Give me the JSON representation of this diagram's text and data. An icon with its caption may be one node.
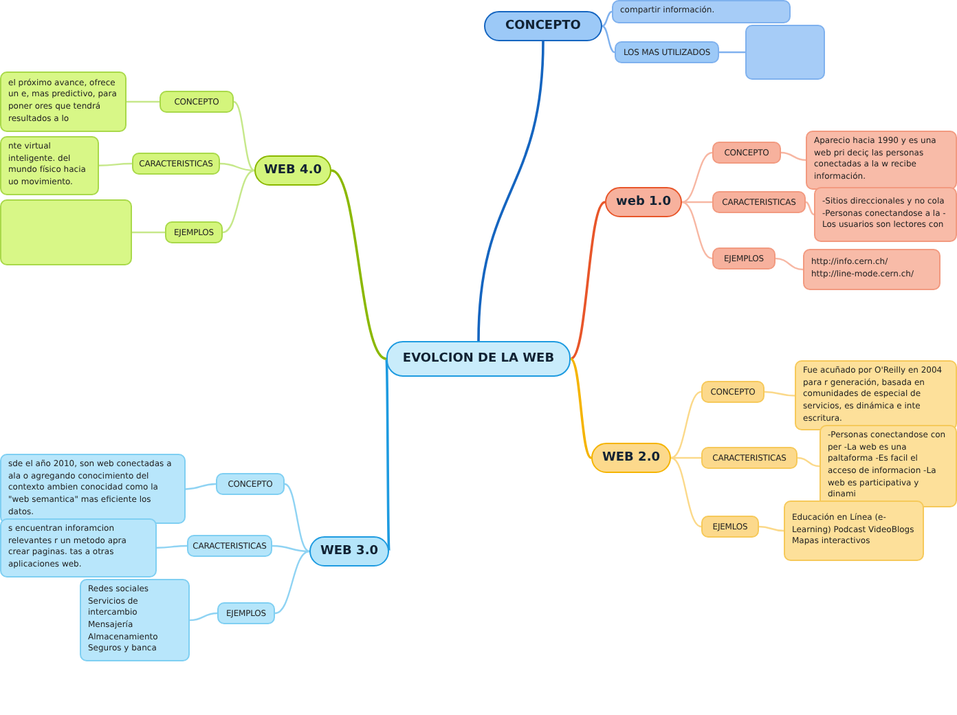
{
  "diagram": {
    "nodes": [
      {
        "text": [
          "EVOLCION DE LA WEB"
        ]
      },
      {
        "text": [
          "CONCEPTO"
        ]
      },
      {
        "text": [
          "compartir información."
        ]
      },
      {
        "text": [
          "LOS MAS UTILIZADOS"
        ]
      },
      {
        "text": [],
        "shape": "box"
      },
      {
        "text": [
          "web 1.0"
        ]
      },
      {
        "text": [
          "CONCEPTO"
        ]
      },
      {
        "text": [
          "Aparecio hacia 1990 y es una web pri deciç las personas conectadas a la w recibe información."
        ]
      },
      {
        "text": [
          "CARACTERISTICAS"
        ]
      },
      {
        "text": [
          "-Sitios direccionales y no cola -Personas conectandose a la -Los usuarios son lectores con"
        ]
      },
      {
        "text": [
          "EJEMPLOS"
        ]
      },
      {
        "text": [
          "http://info.cern.ch/ http://line-mode.cern.ch/"
        ]
      },
      {
        "text": [
          "WEB 2.0"
        ]
      },
      {
        "text": [
          "CONCEPTO"
        ]
      },
      {
        "text": [
          "Fue acuñado por O'Reilly en 2004 para r generación, basada en comunidades de especial de servicios, es dinámica e inte escritura."
        ]
      },
      {
        "text": [
          "CARACTERISTICAS"
        ]
      },
      {
        "text": [
          "-Personas conectandose con per -La web es una paltaforma -Es facil el acceso de informacion -La web es participativa y dinami"
        ]
      },
      {
        "text": [
          "EJEMLOS"
        ]
      },
      {
        "text": [
          "Educación en Línea (e-Learning) Podcast VideoBlogs Mapas interactivos"
        ]
      },
      {
        "text": [
          "WEB 4.0"
        ]
      },
      {
        "text": [
          "CONCEPTO"
        ]
      },
      {
        "text": [
          "el próximo avance, ofrece un e, mas predictivo, para poner ores que tendrá resultados a lo"
        ]
      },
      {
        "text": [
          "CARACTERISTICAS"
        ]
      },
      {
        "text": [
          "nte virtual inteligente. del mundo físico hacia uo movimiento."
        ]
      },
      {
        "text": [
          "EJEMPLOS"
        ]
      },
      {
        "text": [],
        "shape": "box"
      },
      {
        "text": [
          "WEB 3.0"
        ]
      },
      {
        "text": [
          "CONCEPTO"
        ]
      },
      {
        "text": [
          "sde el año 2010, son web conectadas a ala o agregando conocimiento del contexto ambien conocidad como la \"web semantica\" mas eficiente los datos."
        ]
      },
      {
        "text": [
          "CARACTERISTICAS"
        ]
      },
      {
        "text": [
          "s encuentran inforamcion relevantes r un metodo apra crear paginas. tas a otras aplicaciones web."
        ]
      },
      {
        "text": [
          "EJEMPLOS"
        ]
      },
      {
        "text": [
          "Redes sociales Servicios de intercambio Mensajería Almacenamiento Seguros y banca"
        ]
      }
    ],
    "edges": [
      {
        "from": 0,
        "to": 1,
        "arrow": "none",
        "color": "#1565c0"
      },
      {
        "from": 1,
        "to": 2,
        "arrow": "none",
        "color": "#7fb1ee"
      },
      {
        "from": 1,
        "to": 3,
        "arrow": "none",
        "color": "#7fb1ee"
      },
      {
        "from": 3,
        "to": 4,
        "arrow": "none",
        "color": "#7fb1ee"
      },
      {
        "from": 0,
        "to": 5,
        "arrow": "none",
        "color": "#e8562a"
      },
      {
        "from": 5,
        "to": 6,
        "arrow": "none",
        "color": "#f7b7a3"
      },
      {
        "from": 6,
        "to": 7,
        "arrow": "none",
        "color": "#f7b7a3"
      },
      {
        "from": 5,
        "to": 8,
        "arrow": "none",
        "color": "#f7b7a3"
      },
      {
        "from": 8,
        "to": 9,
        "arrow": "none",
        "color": "#f7b7a3"
      },
      {
        "from": 5,
        "to": 10,
        "arrow": "none",
        "color": "#f7b7a3"
      },
      {
        "from": 10,
        "to": 11,
        "arrow": "none",
        "color": "#f7b7a3"
      },
      {
        "from": 0,
        "to": 12,
        "arrow": "none",
        "color": "#f5b400"
      },
      {
        "from": 12,
        "to": 13,
        "arrow": "none",
        "color": "#fbd98a"
      },
      {
        "from": 13,
        "to": 14,
        "arrow": "none",
        "color": "#fbd98a"
      },
      {
        "from": 12,
        "to": 15,
        "arrow": "none",
        "color": "#fbd98a"
      },
      {
        "from": 15,
        "to": 16,
        "arrow": "none",
        "color": "#fbd98a"
      },
      {
        "from": 12,
        "to": 17,
        "arrow": "none",
        "color": "#fbd98a"
      },
      {
        "from": 17,
        "to": 18,
        "arrow": "none",
        "color": "#fbd98a"
      },
      {
        "from": 0,
        "to": 19,
        "arrow": "none",
        "color": "#8bb800"
      },
      {
        "from": 19,
        "to": 20,
        "arrow": "none",
        "color": "#c6e88a"
      },
      {
        "from": 20,
        "to": 21,
        "arrow": "none",
        "color": "#c6e88a"
      },
      {
        "from": 19,
        "to": 22,
        "arrow": "none",
        "color": "#c6e88a"
      },
      {
        "from": 22,
        "to": 23,
        "arrow": "none",
        "color": "#c6e88a"
      },
      {
        "from": 19,
        "to": 24,
        "arrow": "none",
        "color": "#c6e88a"
      },
      {
        "from": 24,
        "to": 25,
        "arrow": "none",
        "color": "#c6e88a"
      },
      {
        "from": 0,
        "to": 26,
        "arrow": "none",
        "color": "#1e9be0"
      },
      {
        "from": 26,
        "to": 27,
        "arrow": "none",
        "color": "#8fd3f3"
      },
      {
        "from": 27,
        "to": 28,
        "arrow": "none",
        "color": "#8fd3f3"
      },
      {
        "from": 26,
        "to": 29,
        "arrow": "none",
        "color": "#8fd3f3"
      },
      {
        "from": 29,
        "to": 30,
        "arrow": "none",
        "color": "#8fd3f3"
      },
      {
        "from": 26,
        "to": 31,
        "arrow": "none",
        "color": "#8fd3f3"
      },
      {
        "from": 31,
        "to": 32,
        "arrow": "none",
        "color": "#8fd3f3"
      }
    ]
  }
}
